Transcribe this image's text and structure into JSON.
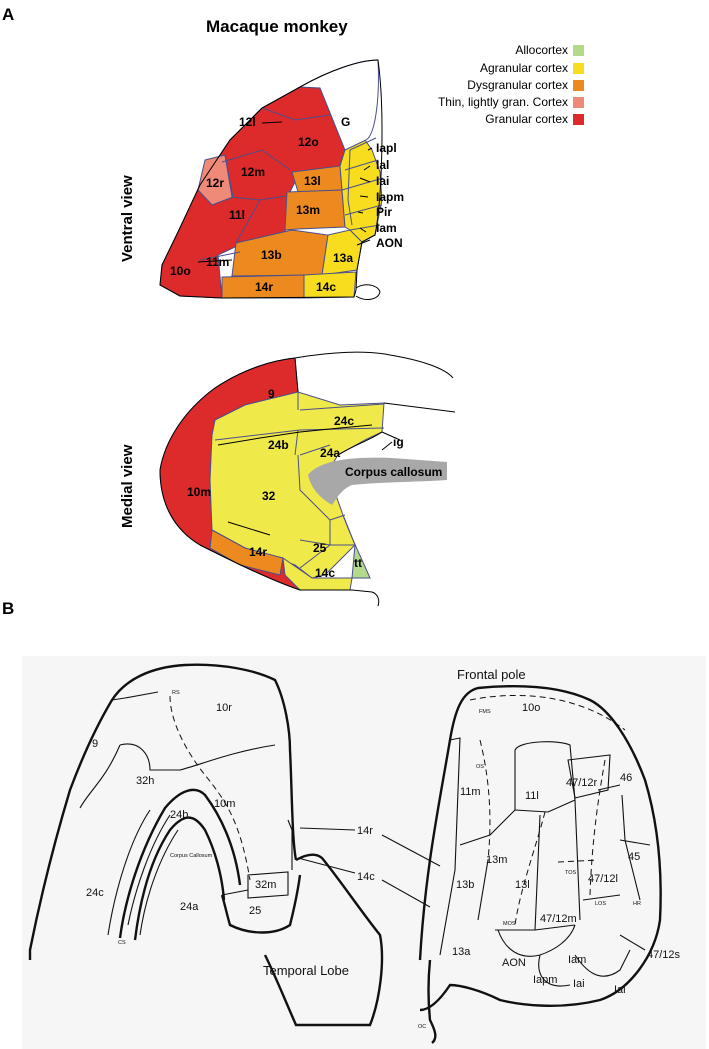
{
  "panel_a": {
    "letter": "A",
    "title": "Macaque monkey",
    "ventral_view_label": "Ventral view",
    "medial_view_label": "Medial view",
    "legend": [
      {
        "label": "Allocortex",
        "color": "#b3d98a"
      },
      {
        "label": "Agranular cortex",
        "color": "#f7dd1e"
      },
      {
        "label": "Dysgranular cortex",
        "color": "#ec8a1f"
      },
      {
        "label": "Thin, lightly gran. Cortex",
        "color": "#ef8a78"
      },
      {
        "label": "Granular cortex",
        "color": "#dd2a2a"
      }
    ],
    "colors": {
      "granular": "#dd2a2a",
      "thin": "#ef8a78",
      "dysgranular": "#ec8a1f",
      "agranular": "#f7dd1e",
      "allocortex": "#b3d98a",
      "agranular_light": "#f0e94a",
      "corpus_callosum": "#a8a8a8"
    },
    "ventral_labels": {
      "a12l": "12l",
      "a12o": "12o",
      "g": "G",
      "a12m": "12m",
      "a12r": "12r",
      "a13l": "13l",
      "a11l": "11l",
      "a13m": "13m",
      "a11m": "11m",
      "a13b": "13b",
      "a13a": "13a",
      "a10o": "10o",
      "a14r": "14r",
      "a14c": "14c"
    },
    "ventral_side_labels": [
      "Iapl",
      "Ial",
      "Iai",
      "Iapm",
      "Pir",
      "Iam",
      "AON"
    ],
    "medial_labels": {
      "a9": "9",
      "a24c": "24c",
      "a24b": "24b",
      "a24a": "24a",
      "ig": "ig",
      "cc": "Corpus callosum",
      "a10m": "10m",
      "a32": "32",
      "a25": "25",
      "a14r": "14r",
      "a14c": "14c",
      "tt": "tt"
    }
  },
  "panel_b": {
    "letter": "B",
    "medial_labels": {
      "rs": "RS",
      "a10r": "10r",
      "a9": "9",
      "a32h": "32h",
      "a24b": "24b",
      "a10m": "10m",
      "cc": "Corpus Callosum",
      "a24c": "24c",
      "a24a": "24a",
      "a32m": "32m",
      "a25": "25",
      "cs": "CS"
    },
    "center_labels": {
      "a14r": "14r",
      "a14c": "14c",
      "temporal_lobe": "Temporal Lobe"
    },
    "orbital_labels": {
      "frontal_pole": "Frontal pole",
      "fms": "FMS",
      "a10o": "10o",
      "os": "OS",
      "a11m": "11m",
      "a11l": "11l",
      "a4712r": "47/12r",
      "a46": "46",
      "a13m": "13m",
      "a13b": "13b",
      "a13l": "13l",
      "tos": "TOS",
      "a4712l": "47/12l",
      "a45": "45",
      "los": "LOS",
      "hr": "HR",
      "mos": "MOS",
      "a4712m": "47/12m",
      "a13a": "13a",
      "aon": "AON",
      "iam": "Iam",
      "a4712s": "47/12s",
      "iapm": "Iapm",
      "iai": "Iai",
      "ial": "Ial",
      "oc": "OC"
    }
  }
}
